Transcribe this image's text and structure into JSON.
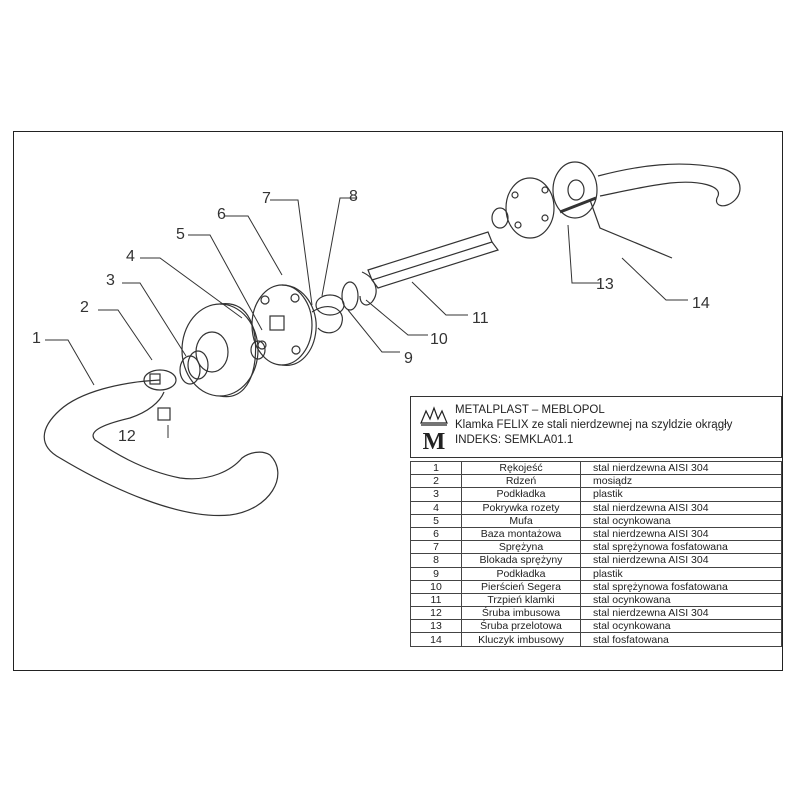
{
  "title_block": {
    "company": "METALPLAST – MEBLOPOL",
    "product": "Klamka FELIX ze stali nierdzewnej na szyldzie okrągły",
    "index": "INDEKS: SEMKLA01.1",
    "logo_letter": "M",
    "logo_icon": "crown-icon"
  },
  "callouts": [
    "1",
    "2",
    "3",
    "4",
    "5",
    "6",
    "7",
    "8",
    "9",
    "10",
    "11",
    "12",
    "13",
    "14"
  ],
  "parts": [
    {
      "no": "1",
      "name": "Rękojeść",
      "material": "stal nierdzewna AISI 304"
    },
    {
      "no": "2",
      "name": "Rdzeń",
      "material": "mosiądz"
    },
    {
      "no": "3",
      "name": "Podkładka",
      "material": "plastik"
    },
    {
      "no": "4",
      "name": "Pokrywka rozety",
      "material": "stal nierdzewna AISI 304"
    },
    {
      "no": "5",
      "name": "Mufa",
      "material": "stal ocynkowana"
    },
    {
      "no": "6",
      "name": "Baza montażowa",
      "material": "stal nierdzewna AISI 304"
    },
    {
      "no": "7",
      "name": "Sprężyna",
      "material": "stal sprężynowa fosfatowana"
    },
    {
      "no": "8",
      "name": "Blokada sprężyny",
      "material": "stal nierdzewna AISI 304"
    },
    {
      "no": "9",
      "name": "Podkładka",
      "material": "plastik"
    },
    {
      "no": "10",
      "name": "Pierścień Segera",
      "material": "stal sprężynowa fosfatowana"
    },
    {
      "no": "11",
      "name": "Trzpień klamki",
      "material": "stal ocynkowana"
    },
    {
      "no": "12",
      "name": "Śruba imbusowa",
      "material": "stal nierdzewna AISI 304"
    },
    {
      "no": "13",
      "name": "Śruba przelotowa",
      "material": "stal ocynkowana"
    },
    {
      "no": "14",
      "name": "Kluczyk imbusowy",
      "material": "stal fosfatowana"
    }
  ]
}
